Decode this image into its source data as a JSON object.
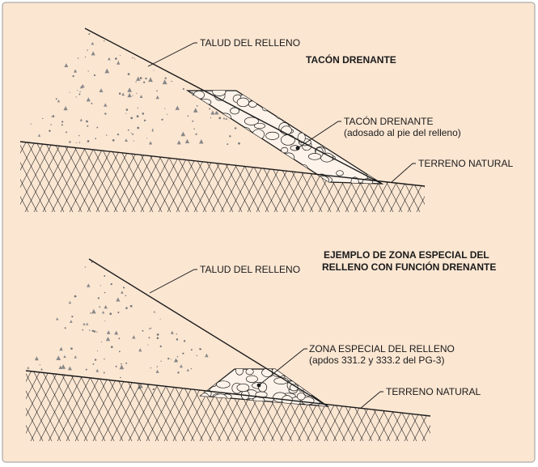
{
  "colors": {
    "background": "#FBE6D2",
    "ink": "#1a1a1a",
    "frame": "#9a9a9a"
  },
  "top_panel": {
    "title": "TACÓN DRENANTE",
    "label_slope": "TALUD DEL RELLENO",
    "label_feature_line1": "TACÓN DRENANTE",
    "label_feature_line2": "(adosado al pie del relleno)",
    "label_ground": "TERRENO NATURAL"
  },
  "bottom_panel": {
    "title_line1": "EJEMPLO DE ZONA ESPECIAL DEL",
    "title_line2": "RELLENO CON FUNCIÓN DRENANTE",
    "label_slope": "TALUD DEL RELLENO",
    "label_feature_line1": "ZONA ESPECIAL DEL RELLENO",
    "label_feature_line2": "(apdos 331.2 y 333.2 del PG-3)",
    "label_ground": "TERRENO NATURAL"
  }
}
